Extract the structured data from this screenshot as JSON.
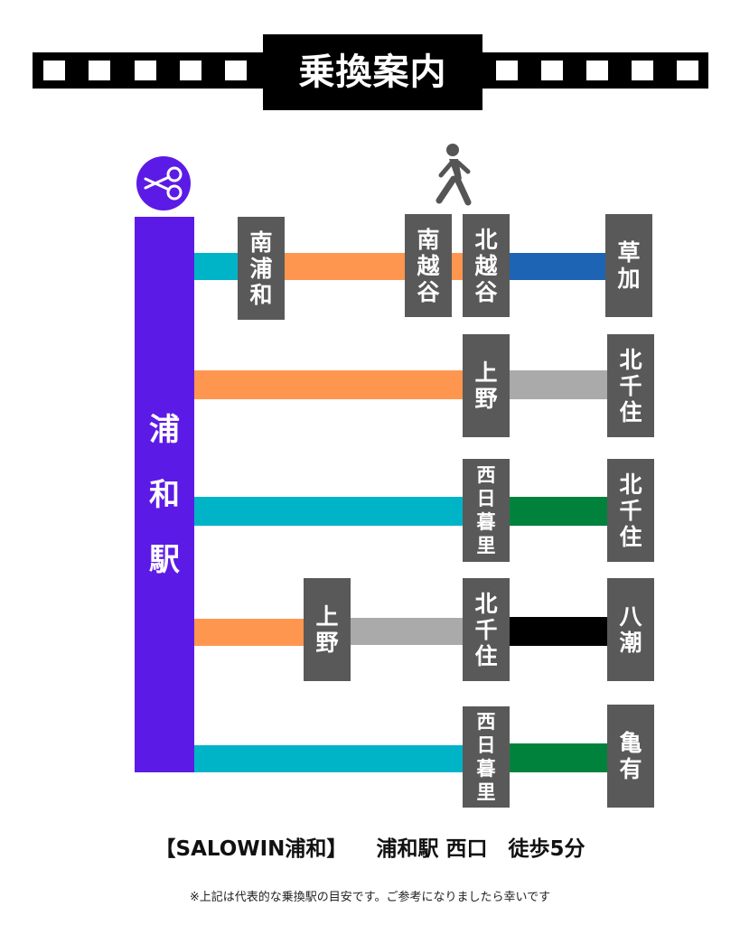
{
  "header": {
    "title": "乗換案内"
  },
  "main_station": {
    "label": [
      "浦",
      "和",
      "駅"
    ]
  },
  "icons": {
    "start": "scissors-icon",
    "transfer": "walking-person-icon"
  },
  "colors": {
    "main": "#5c1ae6",
    "cyan": "#00b4c8",
    "orange": "#ff9650",
    "blue": "#1e64b4",
    "gray": "#aaaaaa",
    "green": "#00823c",
    "black": "#000000",
    "station_box": "#595959"
  },
  "routes": [
    {
      "stations": [
        [
          "南",
          "浦",
          "和"
        ],
        [
          "南",
          "越",
          "谷"
        ],
        [
          "北",
          "越",
          "谷"
        ],
        [
          "草",
          "加"
        ]
      ]
    },
    {
      "stations": [
        [
          "上",
          "野"
        ],
        [
          "北",
          "千",
          "住"
        ]
      ]
    },
    {
      "stations": [
        [
          "西",
          "日",
          "暮",
          "里"
        ],
        [
          "北",
          "千",
          "住"
        ]
      ]
    },
    {
      "stations": [
        [
          "上",
          "野"
        ],
        [
          "北",
          "千",
          "住"
        ],
        [
          "八",
          "潮"
        ]
      ]
    },
    {
      "stations": [
        [
          "西",
          "日",
          "暮",
          "里"
        ],
        [
          "亀",
          "有"
        ]
      ]
    }
  ],
  "footer": {
    "main": "【SALOWIN浦和】    浦和駅 西口　徒歩5分",
    "note": "※上記は代表的な乗換駅の目安です。ご参考になりましたら幸いです"
  }
}
